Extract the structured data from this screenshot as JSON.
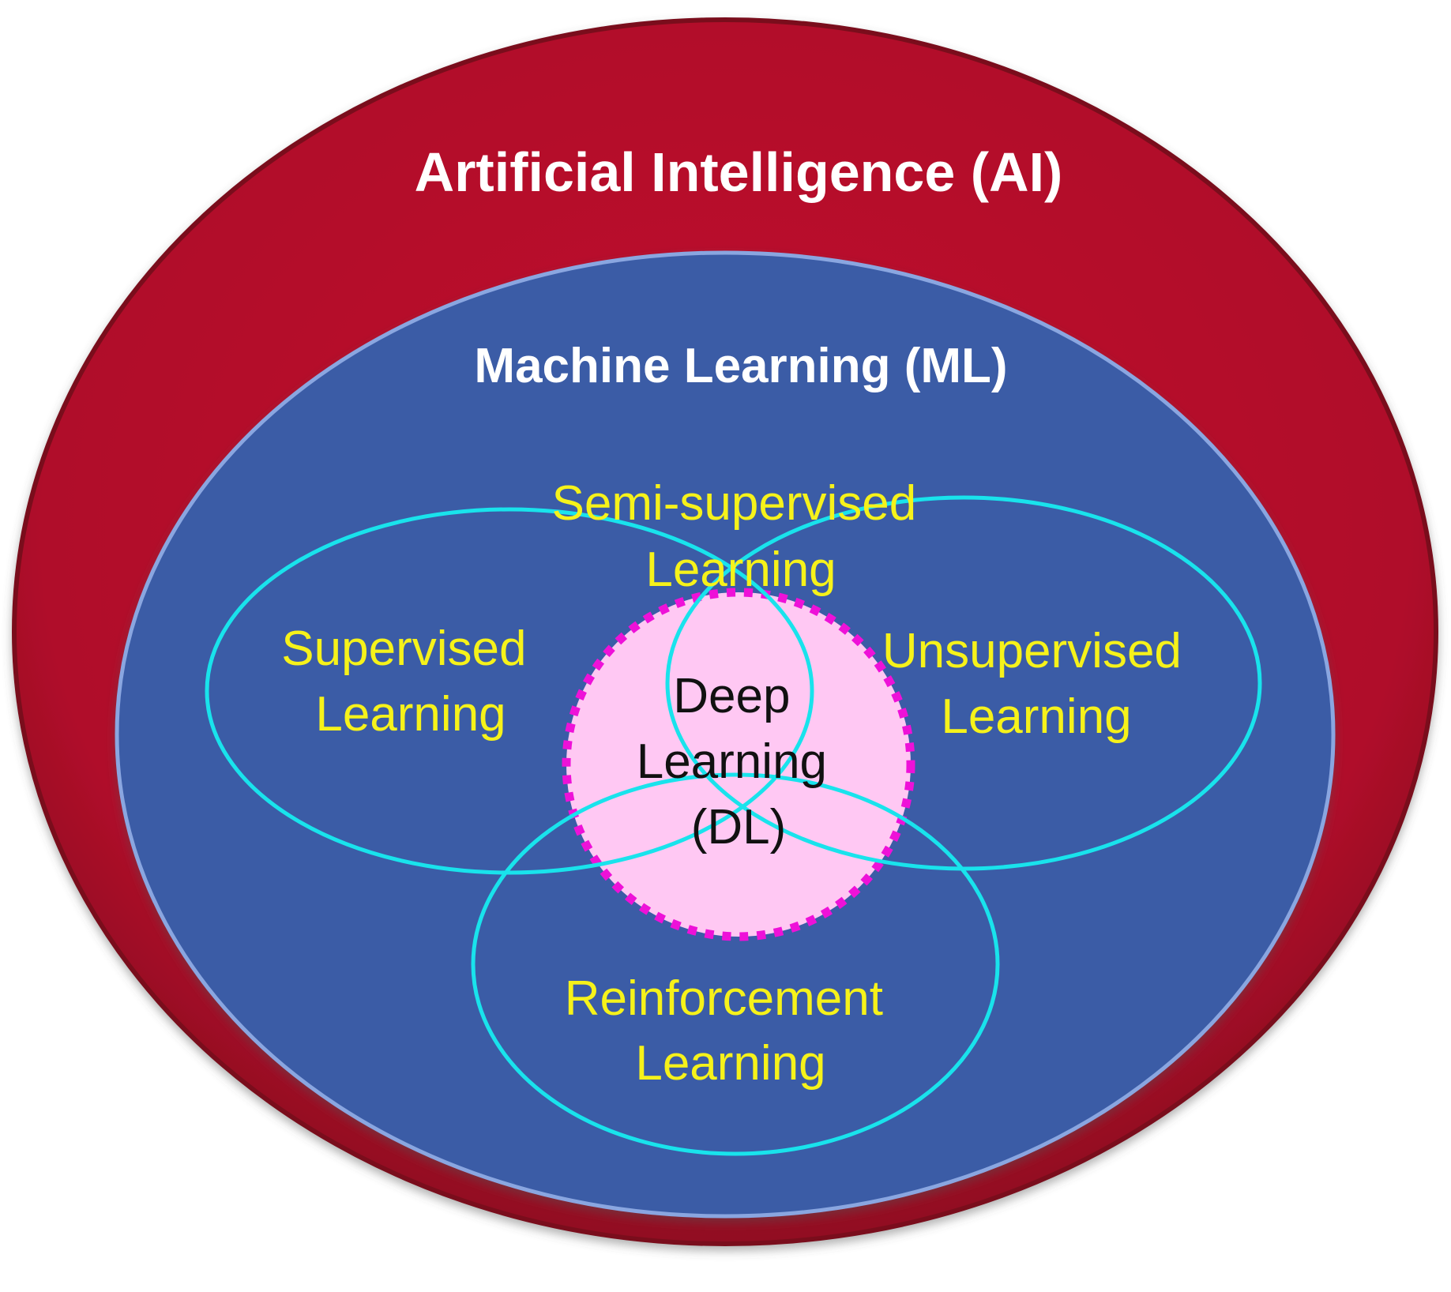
{
  "diagram": {
    "ai_label": "Artificial Intelligence (AI)",
    "ml_label": "Machine Learning (ML)",
    "supervised": {
      "line1": "Supervised",
      "line2": "Learning"
    },
    "unsupervised": {
      "line1": "Unsupervised",
      "line2": "Learning"
    },
    "semi_supervised": {
      "line1": "Semi-supervised",
      "line2": "Learning"
    },
    "reinforcement": {
      "line1": "Reinforcement",
      "line2": "Learning"
    },
    "deep_learning": {
      "line1": "Deep",
      "line2": "Learning",
      "line3": "(DL)"
    }
  },
  "colors": {
    "ai_fill": "#b00a2a",
    "ai_border": "#7a0a1c",
    "ml_fill": "#3a5ca6",
    "ml_border": "#8aa6e0",
    "venn_stroke": "#19e3ec",
    "label_text": "#f6f21a",
    "dl_fill": "#ffc8f3",
    "dl_border": "#ee11d8",
    "dl_text": "#111111",
    "title_text": "#ffffff"
  }
}
